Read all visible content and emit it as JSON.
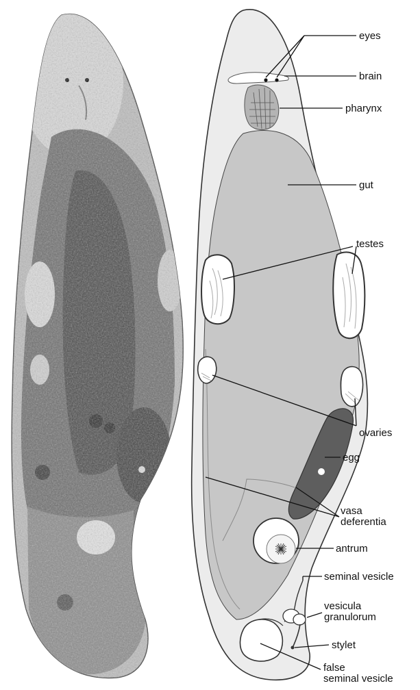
{
  "labels": {
    "eyes": "eyes",
    "brain": "brain",
    "pharynx": "pharynx",
    "gut": "gut",
    "testes": "testes",
    "ovaries": "ovaries",
    "egg": "egg",
    "vasa_1": "vasa",
    "vasa_2": "deferentia",
    "antrum": "antrum",
    "seminal_vesicle": "seminal vesicle",
    "vesicula_1": "vesicula",
    "vesicula_2": "granulorum",
    "stylet": "stylet",
    "false_1": "false",
    "false_2": "seminal vesicle"
  },
  "colors": {
    "body_fill": "#ececec",
    "gut_fill": "#c7c7c7",
    "egg_fill": "#5e5e5e",
    "photo_dark": "#6d6d6d",
    "photo_light": "#d8d8d8"
  }
}
